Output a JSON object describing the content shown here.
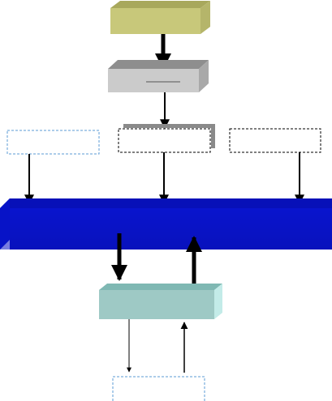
{
  "diagram": {
    "nodes": [
      {
        "id": "top-box",
        "shape": "3d-box",
        "color": "#c8c87a",
        "label": ""
      },
      {
        "id": "second-box",
        "shape": "3d-box",
        "color": "#c8c8c8",
        "label": ""
      },
      {
        "id": "left-dashed-box",
        "shape": "dashed-rect",
        "color": "#5b9bd5",
        "label": ""
      },
      {
        "id": "center-dashed-box",
        "shape": "dashed-rect",
        "color": "#000000",
        "label": ""
      },
      {
        "id": "right-dashed-box",
        "shape": "dashed-rect",
        "color": "#000000",
        "label": ""
      },
      {
        "id": "main-bar",
        "shape": "3d-bar",
        "color": "#0a14c8",
        "label": ""
      },
      {
        "id": "teal-box",
        "shape": "3d-box",
        "color": "#9ed0cc",
        "label": ""
      },
      {
        "id": "bottom-dashed-box",
        "shape": "dashed-rect",
        "color": "#5b9bd5",
        "label": ""
      }
    ],
    "edges": [
      {
        "from": "top-box",
        "to": "second-box",
        "weight": "thick"
      },
      {
        "from": "second-box",
        "to": "center-dashed-box",
        "weight": "normal"
      },
      {
        "from": "left-dashed-box",
        "to": "main-bar",
        "weight": "normal"
      },
      {
        "from": "center-dashed-box",
        "to": "main-bar",
        "weight": "normal"
      },
      {
        "from": "right-dashed-box",
        "to": "main-bar",
        "weight": "normal"
      },
      {
        "from": "main-bar",
        "to": "teal-box",
        "weight": "thick"
      },
      {
        "from": "teal-box",
        "to": "main-bar",
        "weight": "thick"
      },
      {
        "from": "teal-box",
        "to": "bottom-dashed-box",
        "weight": "thin"
      },
      {
        "from": "bottom-dashed-box",
        "to": "teal-box",
        "weight": "thin"
      }
    ]
  }
}
